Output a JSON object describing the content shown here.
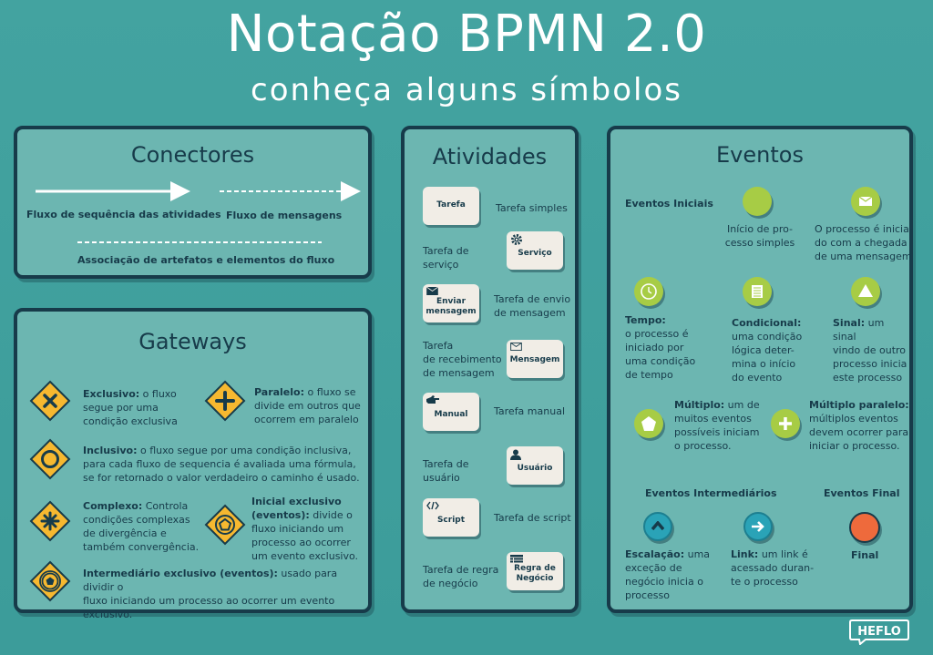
{
  "header": {
    "title": "Notação BPMN 2.0",
    "subtitle": "conheça alguns símbolos"
  },
  "connectors": {
    "title": "Conectores",
    "sequence": "Fluxo de sequência das atividades",
    "message": "Fluxo de mensagens",
    "association": "Associação de artefatos e elementos do fluxo"
  },
  "gateways": {
    "title": "Gateways",
    "exclusive_b": "Exclusivo:",
    "exclusive_1": " o fluxo",
    "exclusive_2": "segue por uma",
    "exclusive_3": "condição exclusiva",
    "parallel_b": "Paralelo:",
    "parallel_1": " o fluxo se",
    "parallel_2": "divide em outros que",
    "parallel_3": "ocorrem em paralelo",
    "inclusive_b": "Inclusivo:",
    "inclusive_1": " o fluxo segue por uma condição inclusiva,",
    "inclusive_2": "para cada fluxo de sequencia é avaliada uma fórmula,",
    "inclusive_3": "se for retornado o valor verdadeiro o caminho é usado.",
    "complex_b": "Complexo:",
    "complex_1": " Controla",
    "complex_2": "condições complexas",
    "complex_3": "de divergência e",
    "complex_4": "também convergência.",
    "start_excl_b1": "Inicial exclusivo",
    "start_excl_b2": "(eventos):",
    "start_excl_1": " divide o",
    "start_excl_2": "fluxo iniciando um",
    "start_excl_3": "processo ao ocorrer",
    "start_excl_4": "um evento exclusivo.",
    "inter_excl_b": "Intermediário exclusivo (eventos):",
    "inter_excl_1": " usado para dividir o",
    "inter_excl_2": "fluxo iniciando um processo ao ocorrer um evento exclusivo."
  },
  "activities": {
    "title": "Atividades",
    "items": [
      {
        "box": "Tarefa",
        "desc": "Tarefa simples"
      },
      {
        "box": "Serviço",
        "desc": "Tarefa de serviço"
      },
      {
        "box": "Enviar mensagem",
        "desc": "Tarefa de envio de mensagem"
      },
      {
        "box": "Mensagem",
        "desc": "Tarefa de recebimento de mensagem"
      },
      {
        "box": "Manual",
        "desc": "Tarefa manual"
      },
      {
        "box": "Usuário",
        "desc": "Tarefa de usuário"
      },
      {
        "box": "Script",
        "desc": "Tarefa de script"
      },
      {
        "box": "Regra de Negócio",
        "desc": "Tarefa de regra de negócio"
      }
    ],
    "box_lines": {
      "send_1": "Enviar",
      "send_2": "mensagem",
      "rule_1": "Regra de",
      "rule_2": "Negócio"
    },
    "desc_lines": {
      "service_1": "Tarefa de",
      "service_2": "serviço",
      "send_1": "Tarefa de envio",
      "send_2": "de mensagem",
      "recv_1": "Tarefa",
      "recv_2": "de recebimento",
      "recv_3": "de mensagem",
      "user_1": "Tarefa de",
      "user_2": "usuário",
      "rule_1": "Tarefa de regra",
      "rule_2": "de negócio"
    }
  },
  "events": {
    "title": "Eventos",
    "start_title": "Eventos Iniciais",
    "simple_1": "Início de pro-",
    "simple_2": "cesso simples",
    "msg_1": "O processo é inicia-",
    "msg_2": "do com a chegada",
    "msg_3": "de uma mensagem",
    "timer_b": "Tempo:",
    "timer_1": "o processo é",
    "timer_2": "iniciado por",
    "timer_3": "uma condição",
    "timer_4": "de tempo",
    "cond_b": "Condicional:",
    "cond_1": "uma condição",
    "cond_2": "lógica deter-",
    "cond_3": "mina o início",
    "cond_4": "do evento",
    "signal_b": "Sinal:",
    "signal_1": " um sinal",
    "signal_2": "vindo de outro",
    "signal_3": "processo inicia",
    "signal_4": "este processo",
    "multi_b": "Múltiplo:",
    "multi_1": " um de",
    "multi_2": "muitos eventos",
    "multi_3": "possíveis iniciam",
    "multi_4": "o processo.",
    "mpar_b": "Múltiplo paralelo:",
    "mpar_1": "múltiplos eventos",
    "mpar_2": "devem ocorrer para",
    "mpar_3": "iniciar o processo.",
    "inter_title": "Eventos Intermediários",
    "end_title": "Eventos Final",
    "esc_b": "Escalação:",
    "esc_1": " uma",
    "esc_2": "exceção de",
    "esc_3": "negócio inicia o",
    "esc_4": "processo",
    "link_b": "Link:",
    "link_1": " um link é",
    "link_2": "acessado duran-",
    "link_3": "te o processo",
    "final": "Final"
  },
  "brand": {
    "logo": "HEFLO"
  },
  "colors": {
    "background": "#43a3a0",
    "panel": "#6cb6b1",
    "border": "#173b4a",
    "gateway": "#f6b830",
    "start_event": "#a7cc45",
    "intermediate_event": "#2aa3b7",
    "end_event": "#ee6a3c"
  },
  "icons": [
    "cross-icon",
    "plus-icon",
    "circle-icon",
    "asterisk-icon",
    "pentagon-icon",
    "envelope-icon",
    "clock-icon",
    "document-icon",
    "triangle-icon",
    "arrow-right-icon",
    "chevron-up-icon",
    "gear-icon",
    "hand-icon",
    "user-icon",
    "script-icon",
    "table-icon"
  ]
}
